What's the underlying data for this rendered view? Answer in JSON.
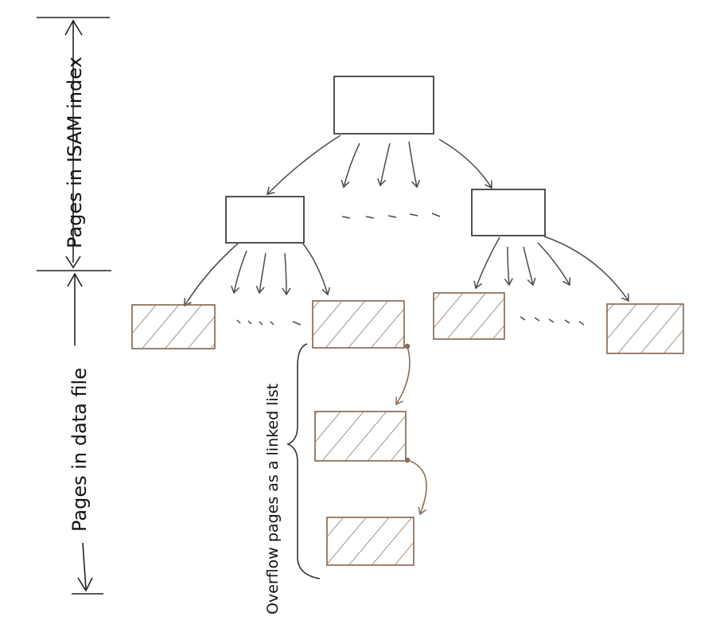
{
  "labels": {
    "index_pages": "Pages in ISAM index",
    "data_pages": "Pages in data file",
    "overflow": "Overflow pages as a linked list"
  },
  "colors": {
    "ink": "#4a4a4a",
    "data_page": "#8a6d55",
    "background": "#ffffff"
  },
  "structure": {
    "root_nodes": 1,
    "index_nodes_level_1": 2,
    "data_pages": 4,
    "overflow_chain_pages": 2
  }
}
